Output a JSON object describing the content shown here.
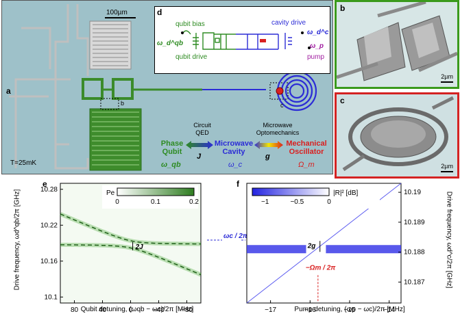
{
  "panels": {
    "a": {
      "label": "a",
      "scale_bar": "100µm",
      "temperature": "T=25mK",
      "inset_b": "b",
      "inset_c": "c"
    },
    "b": {
      "label": "b",
      "scale_bar": "2µm"
    },
    "c": {
      "label": "c",
      "scale_bar": "2µm"
    },
    "d": {
      "label": "d",
      "qubit_bias": "qubit bias",
      "qubit_drive_symbol": "ω_d^qb",
      "qubit_drive": "qubit drive",
      "cavity_drive": "cavity drive",
      "cavity_drive_symbol": "ω_d^c",
      "pump_symbol": "ω_p",
      "pump": "pump"
    },
    "schematic": {
      "circuit_qed": "Circuit QED",
      "microwave_optomechanics": "Microwave Optomechanics",
      "phase_qubit": "Phase Qubit",
      "phase_qubit_symbol": "ω_qb",
      "microwave_cavity": "Microwave Cavity",
      "microwave_cavity_symbol": "ω_c",
      "mechanical_oscillator": "Mechanical Oscillator",
      "mechanical_oscillator_symbol": "Ω_m",
      "J": "J",
      "g": "g"
    },
    "e": {
      "label": "e",
      "colorbar_label": "Pe",
      "colorbar_ticks": [
        "0",
        "0.1",
        "0.2"
      ],
      "annotation": "2J"
    },
    "f": {
      "label": "f",
      "colorbar_label": "|R|² [dB]",
      "colorbar_ticks": [
        "−1",
        "−0.5",
        "0"
      ],
      "annotation_2g": "2g",
      "annotation_omega_m": "−Ωm / 2π"
    },
    "center_annotation": "ωc / 2π"
  },
  "colors": {
    "green": "#2e8b22",
    "blue": "#2b2bd6",
    "red": "#d92020",
    "purple": "#a01da0",
    "panel_b_border": "#3a9a1c",
    "panel_c_border": "#d42222"
  },
  "chart_data": [
    {
      "type": "heatmap",
      "panel": "e",
      "xlabel": "Qubit detuning, (ωqb − ωc)/2π [MHz]",
      "ylabel": "Drive frequency, ωd^qb/2π [GHz]",
      "x_ticks": [
        "80",
        "40",
        "0",
        "−40",
        "−80"
      ],
      "x_tick_values": [
        80,
        40,
        0,
        -40,
        -80
      ],
      "y_ticks": [
        "10.28",
        "10.22",
        "10.16",
        "10.1"
      ],
      "y_tick_values": [
        10.28,
        10.22,
        10.16,
        10.1
      ],
      "xlim": [
        100,
        -100
      ],
      "ylim": [
        10.09,
        10.29
      ],
      "cavity_frequency": 10.188,
      "coupling_2J_MHz": 12,
      "colorbar": {
        "label": "Pe",
        "range": [
          0,
          0.2
        ]
      }
    },
    {
      "type": "heatmap",
      "panel": "f",
      "xlabel": "Pump detuning, (ωp − ωc)/2π [MHz]",
      "ylabel": "Drive frequency, ωd^c/2π [GHz]",
      "x_ticks": [
        "−17",
        "−16",
        "−15",
        "−14"
      ],
      "x_tick_values": [
        -17,
        -16,
        -15,
        -14
      ],
      "y_ticks": [
        "10.19",
        "10.189",
        "10.188",
        "10.187"
      ],
      "y_tick_values": [
        10.19,
        10.189,
        10.188,
        10.187
      ],
      "xlim": [
        -17.6,
        -13.7
      ],
      "ylim": [
        10.1863,
        10.1903
      ],
      "cavity_frequency": 10.1881,
      "mechanical_resonance_MHz": -15.8,
      "colorbar": {
        "label": "|R|² [dB]",
        "range": [
          -1.2,
          0
        ]
      }
    }
  ]
}
